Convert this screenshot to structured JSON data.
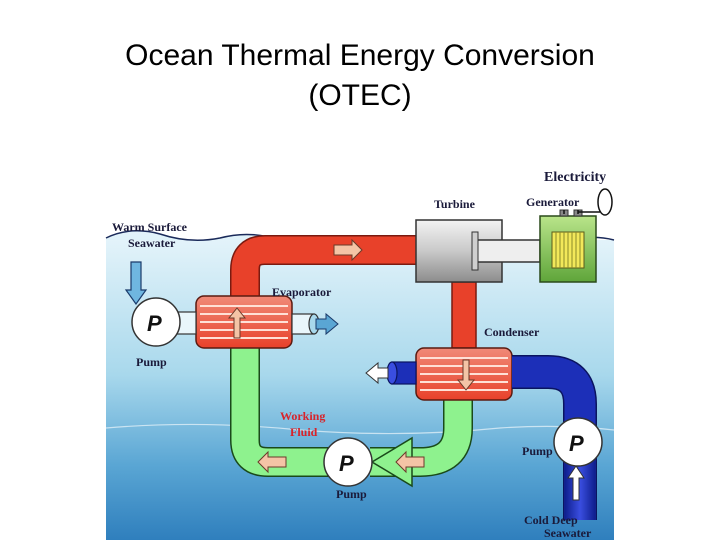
{
  "slide": {
    "title_line1": "Ocean Thermal Energy Conversion",
    "title_line2": "(OTEC)"
  },
  "diagram": {
    "labels": {
      "electricity": "Electricity",
      "generator": "Generator",
      "turbine": "Turbine",
      "warm_surface_line1": "Warm Surface",
      "warm_surface_line2": "Seawater",
      "evaporator": "Evaporator",
      "condenser": "Condenser",
      "pump_warm": "Pump",
      "working_fluid_line1": "Working",
      "working_fluid_line2": "Fluid",
      "pump_working": "Pump",
      "pump_cold": "Pump",
      "cold_deep_line1": "Cold Deep",
      "cold_deep_line2": "Seawater",
      "pump_symbol": "P"
    },
    "colors": {
      "ocean_top": "#dff1f8",
      "ocean_mid": "#99cfe6",
      "ocean_deep": "#3d8ec7",
      "vapor_pipe": "#e8412a",
      "liquid_pipe": "#8ef28e",
      "cold_pipe": "#1c2fb8",
      "label_text": "#1a1a3a",
      "working_fluid_text": "#d8232a"
    }
  }
}
